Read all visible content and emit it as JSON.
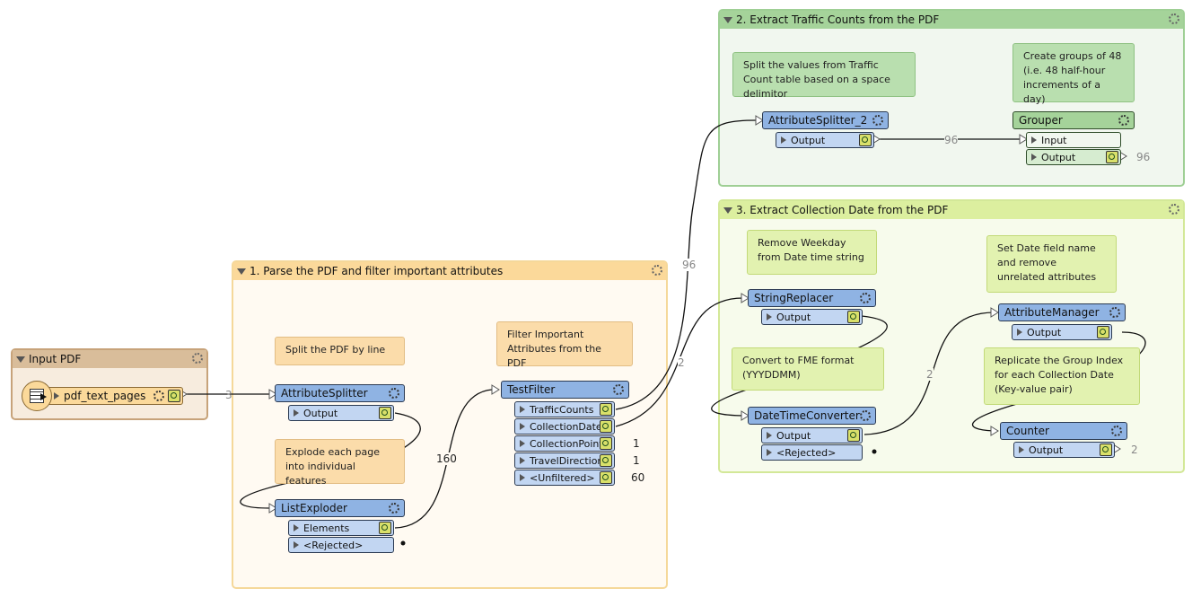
{
  "bookmarks": {
    "b1": {
      "title": "1. Parse the PDF and filter important attributes"
    },
    "b2": {
      "title": "2. Extract Traffic Counts from the PDF"
    },
    "b3": {
      "title": "3. Extract Collection Date from the PDF"
    },
    "input": {
      "title": "Input PDF"
    }
  },
  "annotations": {
    "split_pdf": "Split the PDF by line",
    "explode": "Explode each page into individual features",
    "filter": "Filter Important Attributes from the PDF",
    "split_values": "Split the values from Traffic Count table based on a space delimitor",
    "groups": "Create groups of 48 (i.e. 48 half-hour increments of a day)",
    "weekday": "Remove Weekday from Date time string",
    "convert": "Convert to FME format (YYYDDMM)",
    "datefield": "Set Date field name and remove unrelated attributes",
    "replicate": "Replicate the Group Index for each Collection Date (Key-value pair)"
  },
  "reader": {
    "name": "pdf_text_pages"
  },
  "transformers": {
    "attribute_splitter": {
      "name": "AttributeSplitter",
      "ports": [
        "Output"
      ]
    },
    "list_exploder": {
      "name": "ListExploder",
      "ports": [
        "Elements",
        "<Rejected>"
      ]
    },
    "test_filter": {
      "name": "TestFilter",
      "ports": [
        "TrafficCounts",
        "CollectionDate",
        "CollectionPoint",
        "TravelDirection",
        "<Unfiltered>"
      ]
    },
    "attribute_splitter_2": {
      "name": "AttributeSplitter_2",
      "ports": [
        "Output"
      ]
    },
    "grouper": {
      "name": "Grouper",
      "ports": [
        "Input",
        "Output"
      ]
    },
    "string_replacer": {
      "name": "StringReplacer",
      "ports": [
        "Output"
      ]
    },
    "datetime_converter": {
      "name": "DateTimeConverter",
      "ports": [
        "Output",
        "<Rejected>"
      ]
    },
    "attribute_manager": {
      "name": "AttributeManager",
      "ports": [
        "Output"
      ]
    },
    "counter": {
      "name": "Counter",
      "ports": [
        "Output"
      ]
    }
  },
  "counts": {
    "reader_to_splitter": "3",
    "exploder_to_filter": "160",
    "traffic_counts": "96",
    "collection_date": "2",
    "collection_point": "1",
    "travel_direction": "1",
    "unfiltered": "60",
    "splitter2_to_grouper": "96",
    "grouper_output": "96",
    "converter_to_manager": "2",
    "counter_output": "2"
  },
  "colors": {
    "b1_fill": "#fffaf2",
    "b1_border": "#f5d89a",
    "b1_head": "#fbd99a",
    "b2_fill": "#f1f7ef",
    "b2_border": "#9fcf95",
    "b2_head": "#a5d39a",
    "b3_fill": "#f7fbec",
    "b3_border": "#d3e898",
    "b3_head": "#dcef9f",
    "input_fill": "#f7ecde",
    "input_border": "#c7a37a",
    "input_head": "#d9bd9a",
    "transformer": "#8fb3e3",
    "port": "#c2d6f2",
    "grouper": "#a5d39a",
    "grouper_port": "#d6ecd0"
  }
}
